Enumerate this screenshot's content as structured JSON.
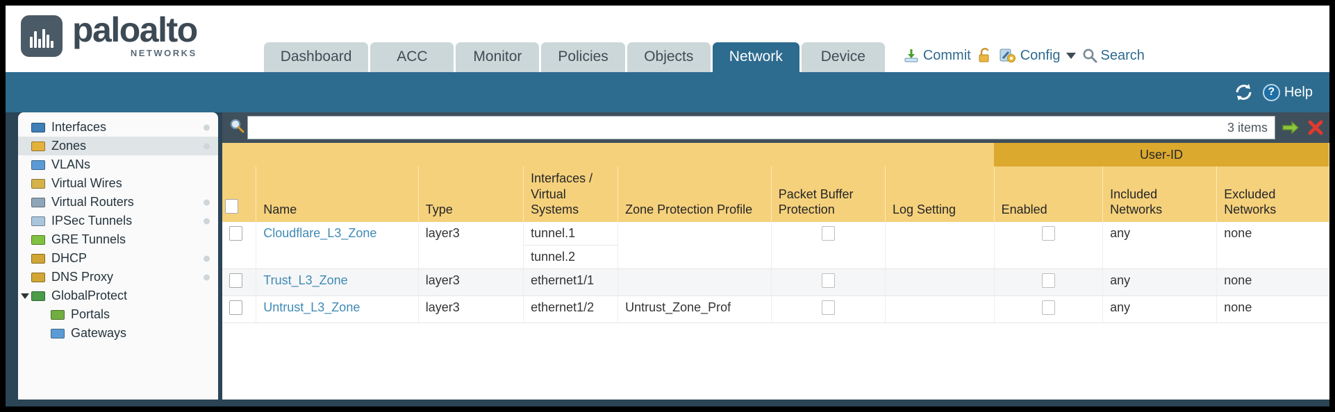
{
  "brand": {
    "name": "paloalto",
    "tagline": "NETWORKS",
    "registered": "®"
  },
  "tabs": [
    {
      "label": "Dashboard",
      "active": false
    },
    {
      "label": "ACC",
      "active": false
    },
    {
      "label": "Monitor",
      "active": false
    },
    {
      "label": "Policies",
      "active": false
    },
    {
      "label": "Objects",
      "active": false
    },
    {
      "label": "Network",
      "active": true
    },
    {
      "label": "Device",
      "active": false
    }
  ],
  "toolbar": {
    "commit_label": "Commit",
    "config_label": "Config",
    "search_label": "Search",
    "commit_icon": "commit-download-icon",
    "lock_icon": "padlock-icon",
    "config_icon": "wrench-gear-icon",
    "search_icon": "magnifier-icon",
    "caret_icon": "chevron-down-icon"
  },
  "bluebar": {
    "refresh_icon": "refresh-icon",
    "help_label": "Help",
    "help_icon": "question-circle-icon"
  },
  "sidebar": {
    "items": [
      {
        "label": "Interfaces",
        "icon": "interfaces-icon",
        "selected": false,
        "dot": true,
        "sub": false,
        "caret": false,
        "color": "#3f7fb5"
      },
      {
        "label": "Zones",
        "icon": "zones-barrier-icon",
        "selected": true,
        "dot": true,
        "sub": false,
        "caret": false,
        "color": "#e3b23c"
      },
      {
        "label": "VLANs",
        "icon": "vlans-icon",
        "selected": false,
        "dot": false,
        "sub": false,
        "caret": false,
        "color": "#5b9bd5"
      },
      {
        "label": "Virtual Wires",
        "icon": "virtual-wires-icon",
        "selected": false,
        "dot": false,
        "sub": false,
        "caret": false,
        "color": "#d6b24a"
      },
      {
        "label": "Virtual Routers",
        "icon": "virtual-routers-icon",
        "selected": false,
        "dot": true,
        "sub": false,
        "caret": false,
        "color": "#8fa6b8"
      },
      {
        "label": "IPSec Tunnels",
        "icon": "ipsec-tunnels-icon",
        "selected": false,
        "dot": true,
        "sub": false,
        "caret": false,
        "color": "#a9c6dd"
      },
      {
        "label": "GRE Tunnels",
        "icon": "gre-tunnels-icon",
        "selected": false,
        "dot": false,
        "sub": false,
        "caret": false,
        "color": "#7fc241"
      },
      {
        "label": "DHCP",
        "icon": "dhcp-icon",
        "selected": false,
        "dot": true,
        "sub": false,
        "caret": false,
        "color": "#d2a634"
      },
      {
        "label": "DNS Proxy",
        "icon": "dns-proxy-icon",
        "selected": false,
        "dot": true,
        "sub": false,
        "caret": false,
        "color": "#d2a634"
      },
      {
        "label": "GlobalProtect",
        "icon": "globalprotect-icon",
        "selected": false,
        "dot": false,
        "sub": false,
        "caret": true,
        "color": "#4a9c4a"
      },
      {
        "label": "Portals",
        "icon": "portals-icon",
        "selected": false,
        "dot": false,
        "sub": true,
        "caret": false,
        "color": "#6fae3f"
      },
      {
        "label": "Gateways",
        "icon": "gateways-icon",
        "selected": false,
        "dot": false,
        "sub": true,
        "caret": false,
        "color": "#5b9bd5"
      }
    ]
  },
  "search": {
    "value": "",
    "placeholder": "",
    "item_count": "3 items",
    "apply_icon": "green-arrow-apply-icon",
    "clear_icon": "red-x-clear-icon",
    "magnifier_icon": "magnifier-icon"
  },
  "table": {
    "group_header": {
      "label": "User-ID",
      "span": 3
    },
    "columns": [
      "Name",
      "Type",
      "Interfaces / Virtual Systems",
      "Zone Protection Profile",
      "Packet Buffer Protection",
      "Log Setting",
      "Enabled",
      "Included Networks",
      "Excluded Networks"
    ],
    "select_all_checked": false,
    "rows": [
      {
        "selected": false,
        "name": "Cloudflare_L3_Zone",
        "type": "layer3",
        "interfaces": [
          "tunnel.1",
          "tunnel.2"
        ],
        "zone_protection_profile": "",
        "packet_buffer_protection": false,
        "log_setting": "",
        "user_id_enabled": false,
        "included_networks": "any",
        "excluded_networks": "none"
      },
      {
        "selected": false,
        "name": "Trust_L3_Zone",
        "type": "layer3",
        "interfaces": [
          "ethernet1/1"
        ],
        "zone_protection_profile": "",
        "packet_buffer_protection": false,
        "log_setting": "",
        "user_id_enabled": false,
        "included_networks": "any",
        "excluded_networks": "none"
      },
      {
        "selected": false,
        "name": "Untrust_L3_Zone",
        "type": "layer3",
        "interfaces": [
          "ethernet1/2"
        ],
        "zone_protection_profile": "Untrust_Zone_Prof",
        "packet_buffer_protection": false,
        "log_setting": "",
        "user_id_enabled": false,
        "included_networks": "any",
        "excluded_networks": "none"
      }
    ]
  },
  "colors": {
    "header_amber": "#f5d17c",
    "group_amber": "#dca92f",
    "active_tab_blue": "#2d6b8f",
    "chrome_blue": "#2b4456",
    "link_blue": "#3f8ab5"
  }
}
